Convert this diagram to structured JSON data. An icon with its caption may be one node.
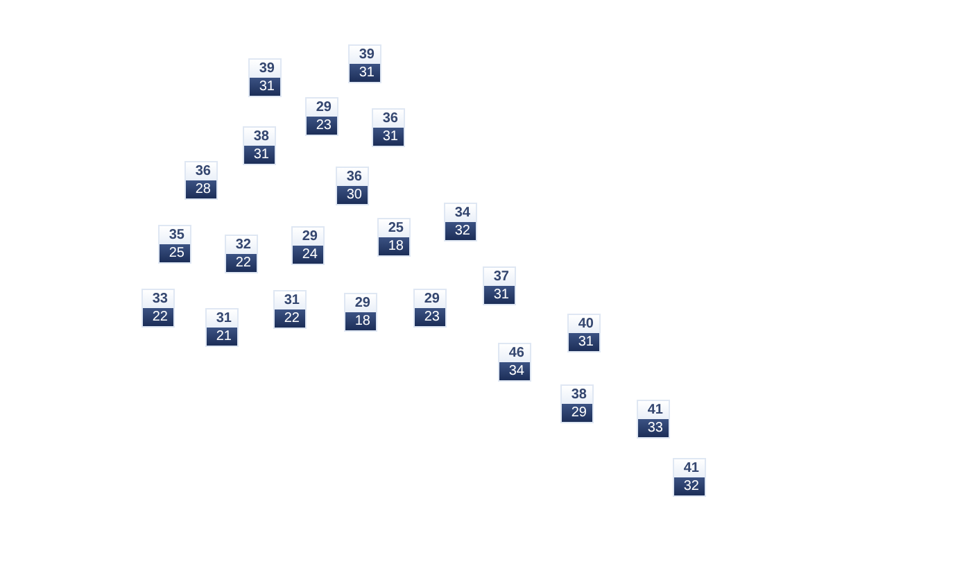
{
  "diagram": {
    "nodes": [
      {
        "text": [
          "39",
          "31"
        ]
      },
      {
        "text": [
          "39",
          "31"
        ]
      },
      {
        "text": [
          "29",
          "23"
        ]
      },
      {
        "text": [
          "36",
          "31"
        ]
      },
      {
        "text": [
          "38",
          "31"
        ]
      },
      {
        "text": [
          "36",
          "28"
        ]
      },
      {
        "text": [
          "36",
          "30"
        ]
      },
      {
        "text": [
          "34",
          "32"
        ]
      },
      {
        "text": [
          "25",
          "18"
        ]
      },
      {
        "text": [
          "35",
          "25"
        ]
      },
      {
        "text": [
          "29",
          "24"
        ]
      },
      {
        "text": [
          "32",
          "22"
        ]
      },
      {
        "text": [
          "37",
          "31"
        ]
      },
      {
        "text": [
          "33",
          "22"
        ]
      },
      {
        "text": [
          "29",
          "23"
        ]
      },
      {
        "text": [
          "31",
          "22"
        ]
      },
      {
        "text": [
          "29",
          "18"
        ]
      },
      {
        "text": [
          "31",
          "21"
        ]
      },
      {
        "text": [
          "40",
          "31"
        ]
      },
      {
        "text": [
          "46",
          "34"
        ]
      },
      {
        "text": [
          "38",
          "29"
        ]
      },
      {
        "text": [
          "41",
          "33"
        ]
      },
      {
        "text": [
          "41",
          "32"
        ]
      }
    ]
  }
}
